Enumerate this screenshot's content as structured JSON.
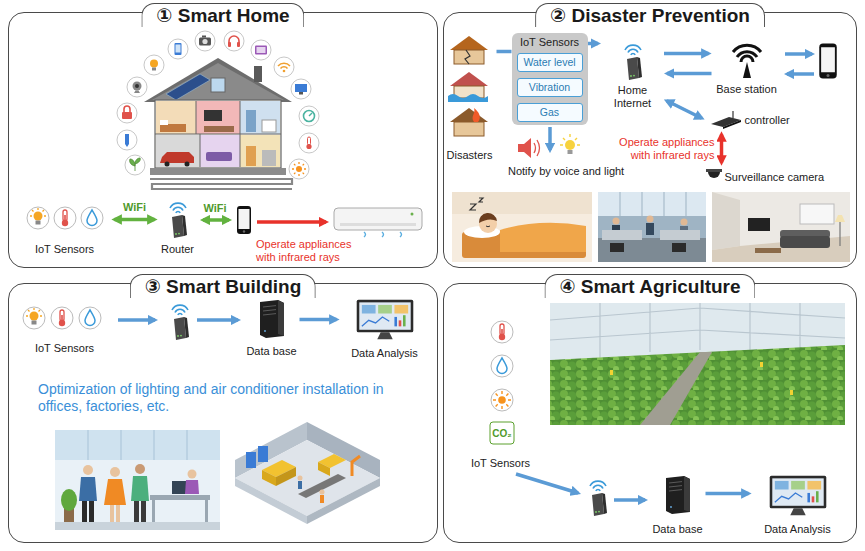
{
  "diagram": {
    "nodes": [
      {
        "text": [
          "① Smart Home"
        ]
      },
      {
        "text": [
          "IoT Sensors"
        ],
        "in": 0
      },
      {
        "text": [
          "Router"
        ],
        "in": 0
      },
      {
        "text": [
          "② Disaster Prevention"
        ]
      },
      {
        "text": [
          "Disasters"
        ],
        "in": 3
      },
      {
        "text": [
          "IoT Sensors"
        ],
        "in": 3
      },
      {
        "text": [
          "Water level"
        ],
        "in": 5
      },
      {
        "text": [
          "Vibration"
        ],
        "in": 5
      },
      {
        "text": [
          "Gas"
        ],
        "in": 5
      },
      {
        "text": [
          "Home Internet"
        ],
        "in": 3
      },
      {
        "text": [
          "Base station"
        ],
        "in": 3
      },
      {
        "text": [
          "controller"
        ],
        "in": 3
      },
      {
        "text": [
          "Surveillance camera"
        ],
        "in": 3
      },
      {
        "text": [
          "③ Smart Building"
        ]
      },
      {
        "text": [
          "IoT Sensors"
        ],
        "in": 13
      },
      {
        "text": [
          "Data base"
        ],
        "in": 13
      },
      {
        "text": [
          "Data Analysis"
        ],
        "in": 13
      },
      {
        "text": [
          "④ Smart Agriculture"
        ]
      },
      {
        "text": [
          "IoT Sensors"
        ],
        "in": 17
      },
      {
        "text": [
          "Data base"
        ],
        "in": 17
      },
      {
        "text": [
          "Data Analysis"
        ],
        "in": 17
      }
    ],
    "edges": [
      {
        "from": 1,
        "to": 2,
        "arrow": "both",
        "label": "WiFi"
      },
      {
        "from": 4,
        "to": 5,
        "arrow": "none"
      },
      {
        "from": 5,
        "to": 9,
        "arrow": "to"
      },
      {
        "from": 9,
        "to": 10,
        "arrow": "to"
      },
      {
        "from": 10,
        "to": 9,
        "arrow": "to"
      },
      {
        "from": 9,
        "to": 11,
        "arrow": "both"
      },
      {
        "from": 11,
        "to": 12,
        "arrow": "both",
        "label": "Operate appliances with infrared rays"
      },
      {
        "from": 15,
        "to": 16,
        "arrow": "to"
      },
      {
        "from": 19,
        "to": 20,
        "arrow": "to"
      }
    ],
    "labels": [
      "WiFi",
      "Operate appliances with infrared rays",
      "Notify by voice and light",
      "Optimization of lighting and air conditioner installation in offices, factories, etc.",
      "CO₂"
    ]
  }
}
